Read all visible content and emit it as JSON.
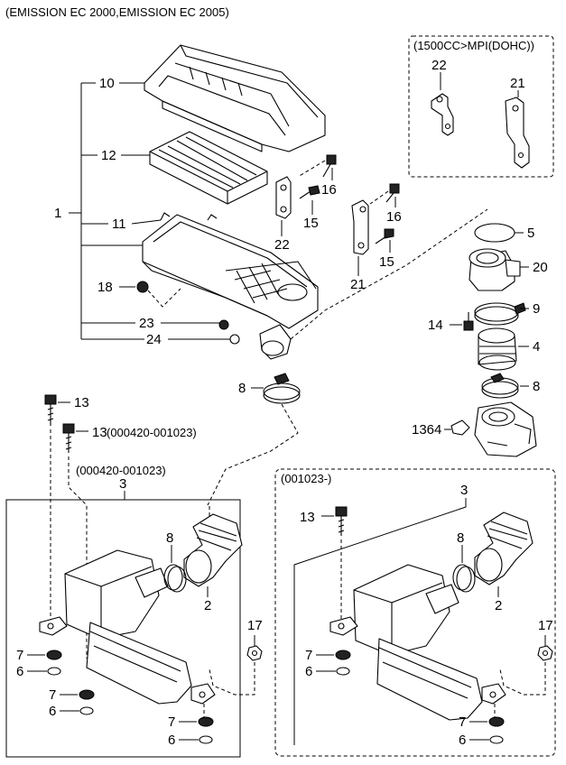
{
  "header": {
    "title": "(EMISSION EC 2000,EMISSION EC 2005)"
  },
  "inset_box": {
    "title": "(1500CC>MPI(DOHC))"
  },
  "lower_left": {
    "title": "(000420-001023)"
  },
  "lower_right": {
    "title": "(001023-)"
  },
  "labels": {
    "p1": "1",
    "p10": "10",
    "p12": "12",
    "p11": "11",
    "p18": "18",
    "p23": "23",
    "p24": "24",
    "p16a": "16",
    "p15a": "15",
    "p22a": "22",
    "p16b": "16",
    "p15b": "15",
    "p21a": "21",
    "p22b": "22",
    "p21b": "21",
    "p5": "5",
    "p20": "20",
    "p9": "9",
    "p14": "14",
    "p4": "4",
    "p8r": "8",
    "p1364": "1364",
    "p8m": "8",
    "p13a": "13",
    "p13b": "13",
    "p13b_range": "(000420-001023)",
    "p3l": "3",
    "p8l": "8",
    "p2l": "2",
    "p17l": "17",
    "p7a": "7",
    "p6a": "6",
    "p7b": "7",
    "p6b": "6",
    "p7c": "7",
    "p6c": "6",
    "p3r": "3",
    "p13r": "13",
    "p8rr": "8",
    "p2r": "2",
    "p17r": "17",
    "p7d": "7",
    "p6d": "6",
    "p7e": "7",
    "p6e": "6"
  }
}
